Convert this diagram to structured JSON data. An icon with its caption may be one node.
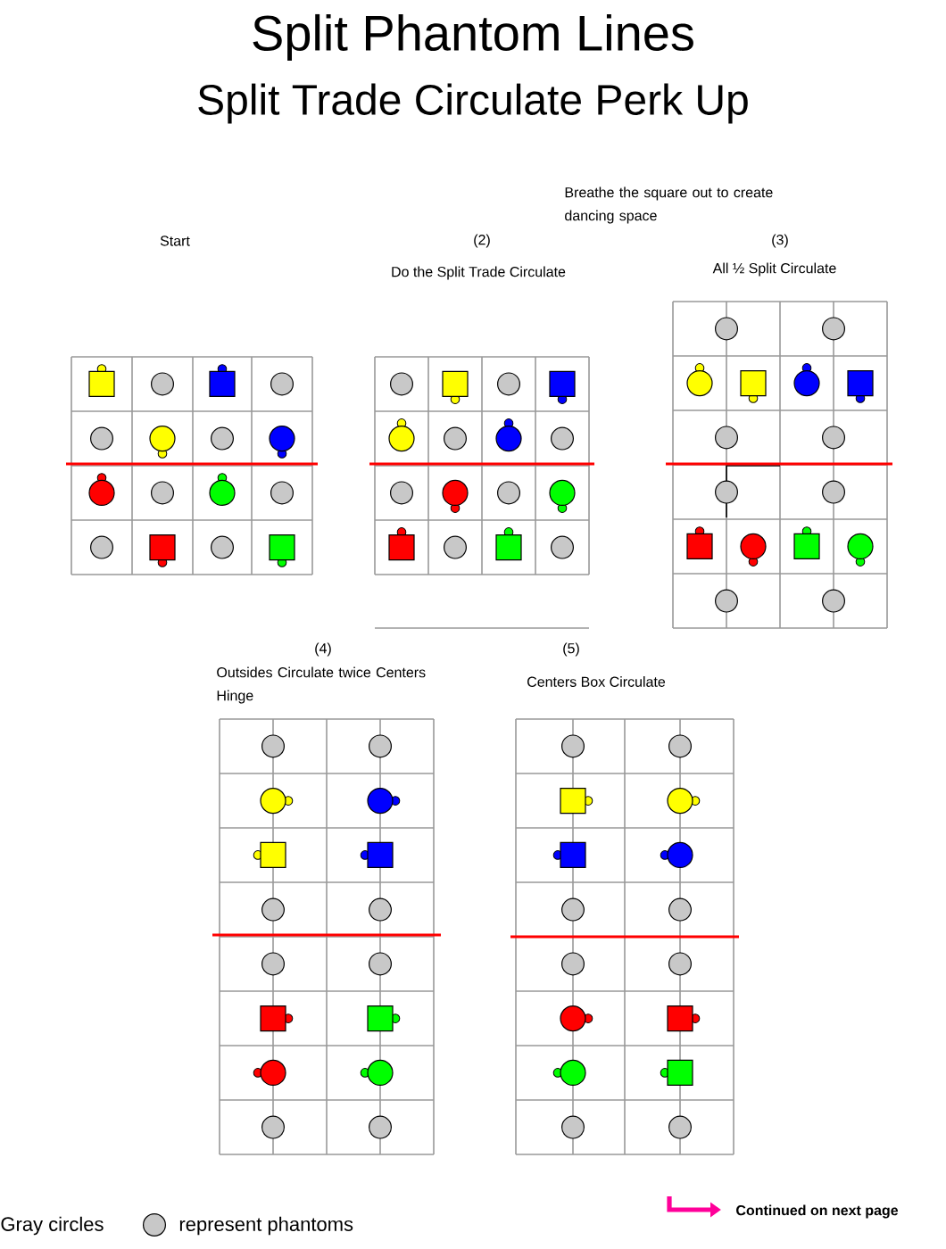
{
  "diagram": {
    "title": "Split Phantom Lines",
    "labels": [
      "Split Trade Circulate Perk Up",
      "Breathe the square out to create dancing space",
      "Start",
      "(2)",
      "Do the Split Trade Circulate",
      "(3)",
      "All ½ Split Circulate",
      "(4)",
      "Outsides Circulate twice Centers Hinge",
      "(5)",
      "Centers Box Circulate",
      "Gray circles",
      "represent phantoms",
      "Continued on next page"
    ]
  }
}
